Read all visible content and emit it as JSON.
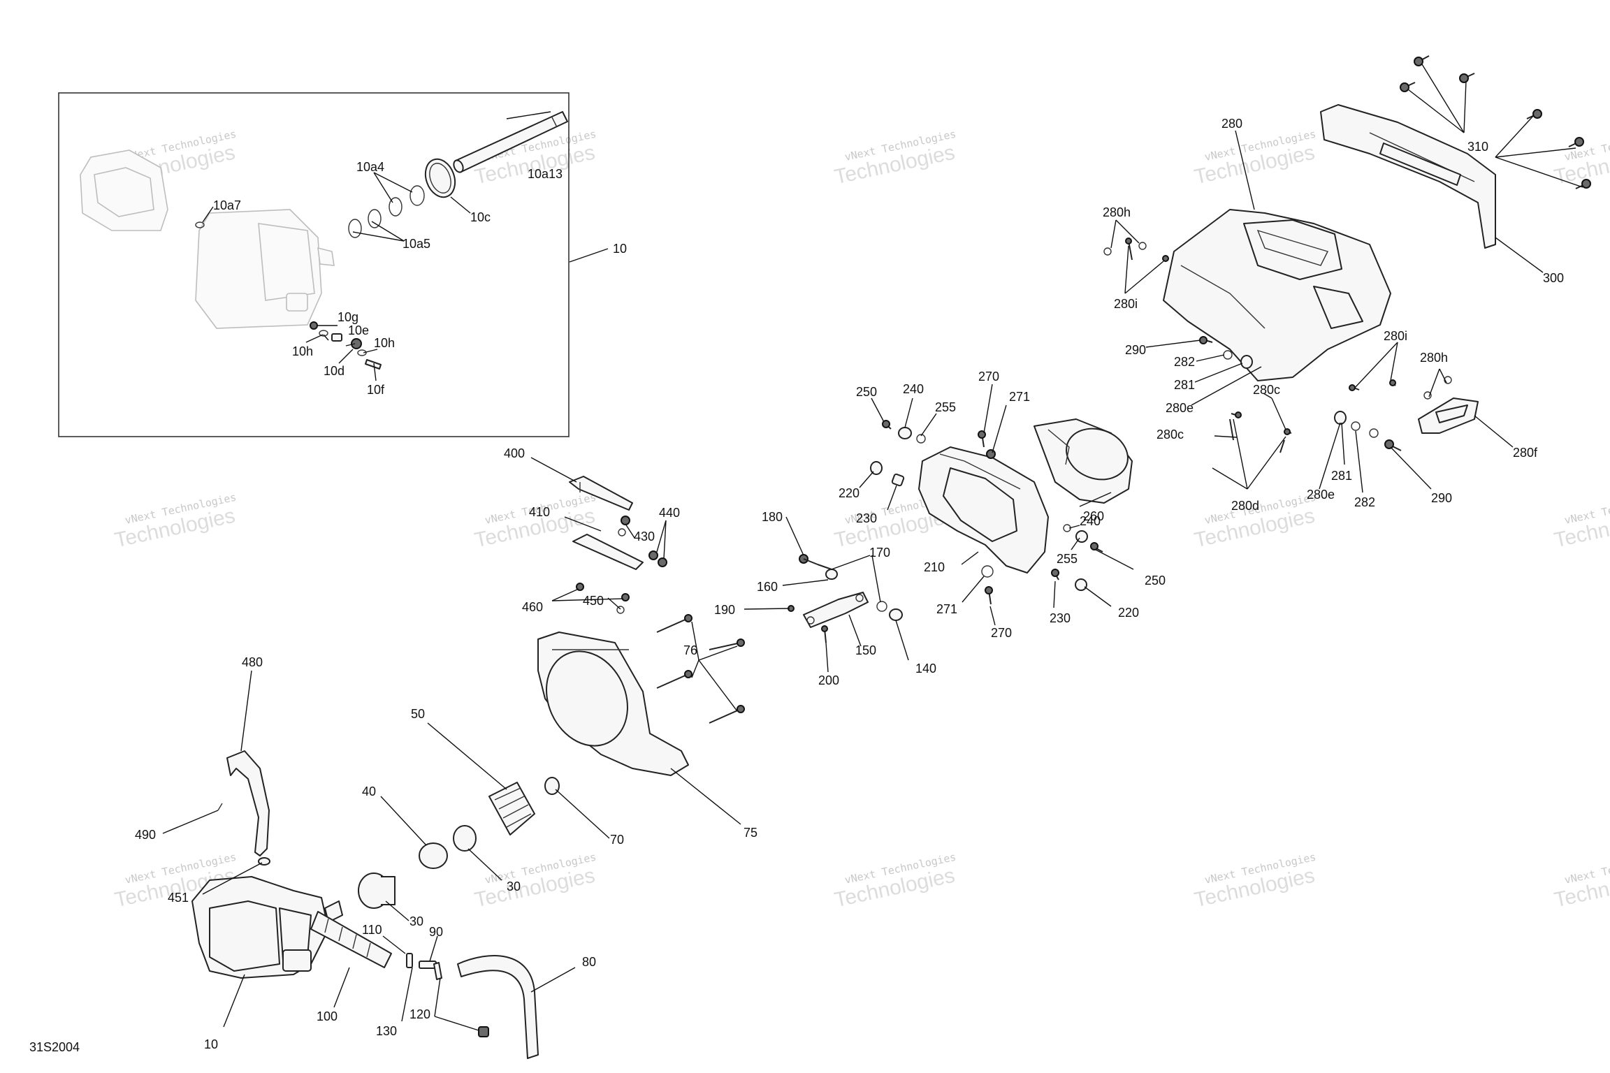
{
  "diagram_code": "31S2004",
  "watermark": {
    "line1": "vNext Technologies",
    "line2": "Technologies"
  },
  "callouts": {
    "c10a7": "10a7",
    "c10a4": "10a4",
    "c10a5": "10a5",
    "c10a13": "10a13",
    "c10c": "10c",
    "c10": "10",
    "c10g": "10g",
    "c10e": "10e",
    "c10h1": "10h",
    "c10h2": "10h",
    "c10d": "10d",
    "c10f": "10f",
    "c280": "280",
    "c310": "310",
    "c300": "300",
    "c280h1": "280h",
    "c280i1": "280i",
    "c290a": "290",
    "c282a": "282",
    "c281a": "281",
    "c280e1": "280e",
    "c280i2": "280i",
    "c280h2": "280h",
    "c280c1": "280c",
    "c280c2": "280c",
    "c280f": "280f",
    "c281b": "281",
    "c280e2": "280e",
    "c282b": "282",
    "c290b": "290",
    "c280d": "280d",
    "c250a": "250",
    "c240a": "240",
    "c270a": "270",
    "c271a": "271",
    "c255a": "255",
    "c220a": "220",
    "c230a": "230",
    "c260": "260",
    "c210": "210",
    "c240b": "240",
    "c255b": "255",
    "c250b": "250",
    "c271b": "271",
    "c270b": "270",
    "c230b": "230",
    "c220b": "220",
    "c400": "400",
    "c410": "410",
    "c440": "440",
    "c430": "430",
    "c450": "450",
    "c460": "460",
    "c180": "180",
    "c170": "170",
    "c160": "160",
    "c190": "190",
    "c150": "150",
    "c140": "140",
    "c200": "200",
    "c76": "76",
    "c75": "75",
    "c480": "480",
    "c490": "490",
    "c50": "50",
    "c40": "40",
    "c70": "70",
    "c30a": "30",
    "c30b": "30",
    "c451": "451",
    "c110": "110",
    "c90": "90",
    "c80": "80",
    "c100": "100",
    "c130": "130",
    "c120": "120",
    "c10b": "10"
  }
}
